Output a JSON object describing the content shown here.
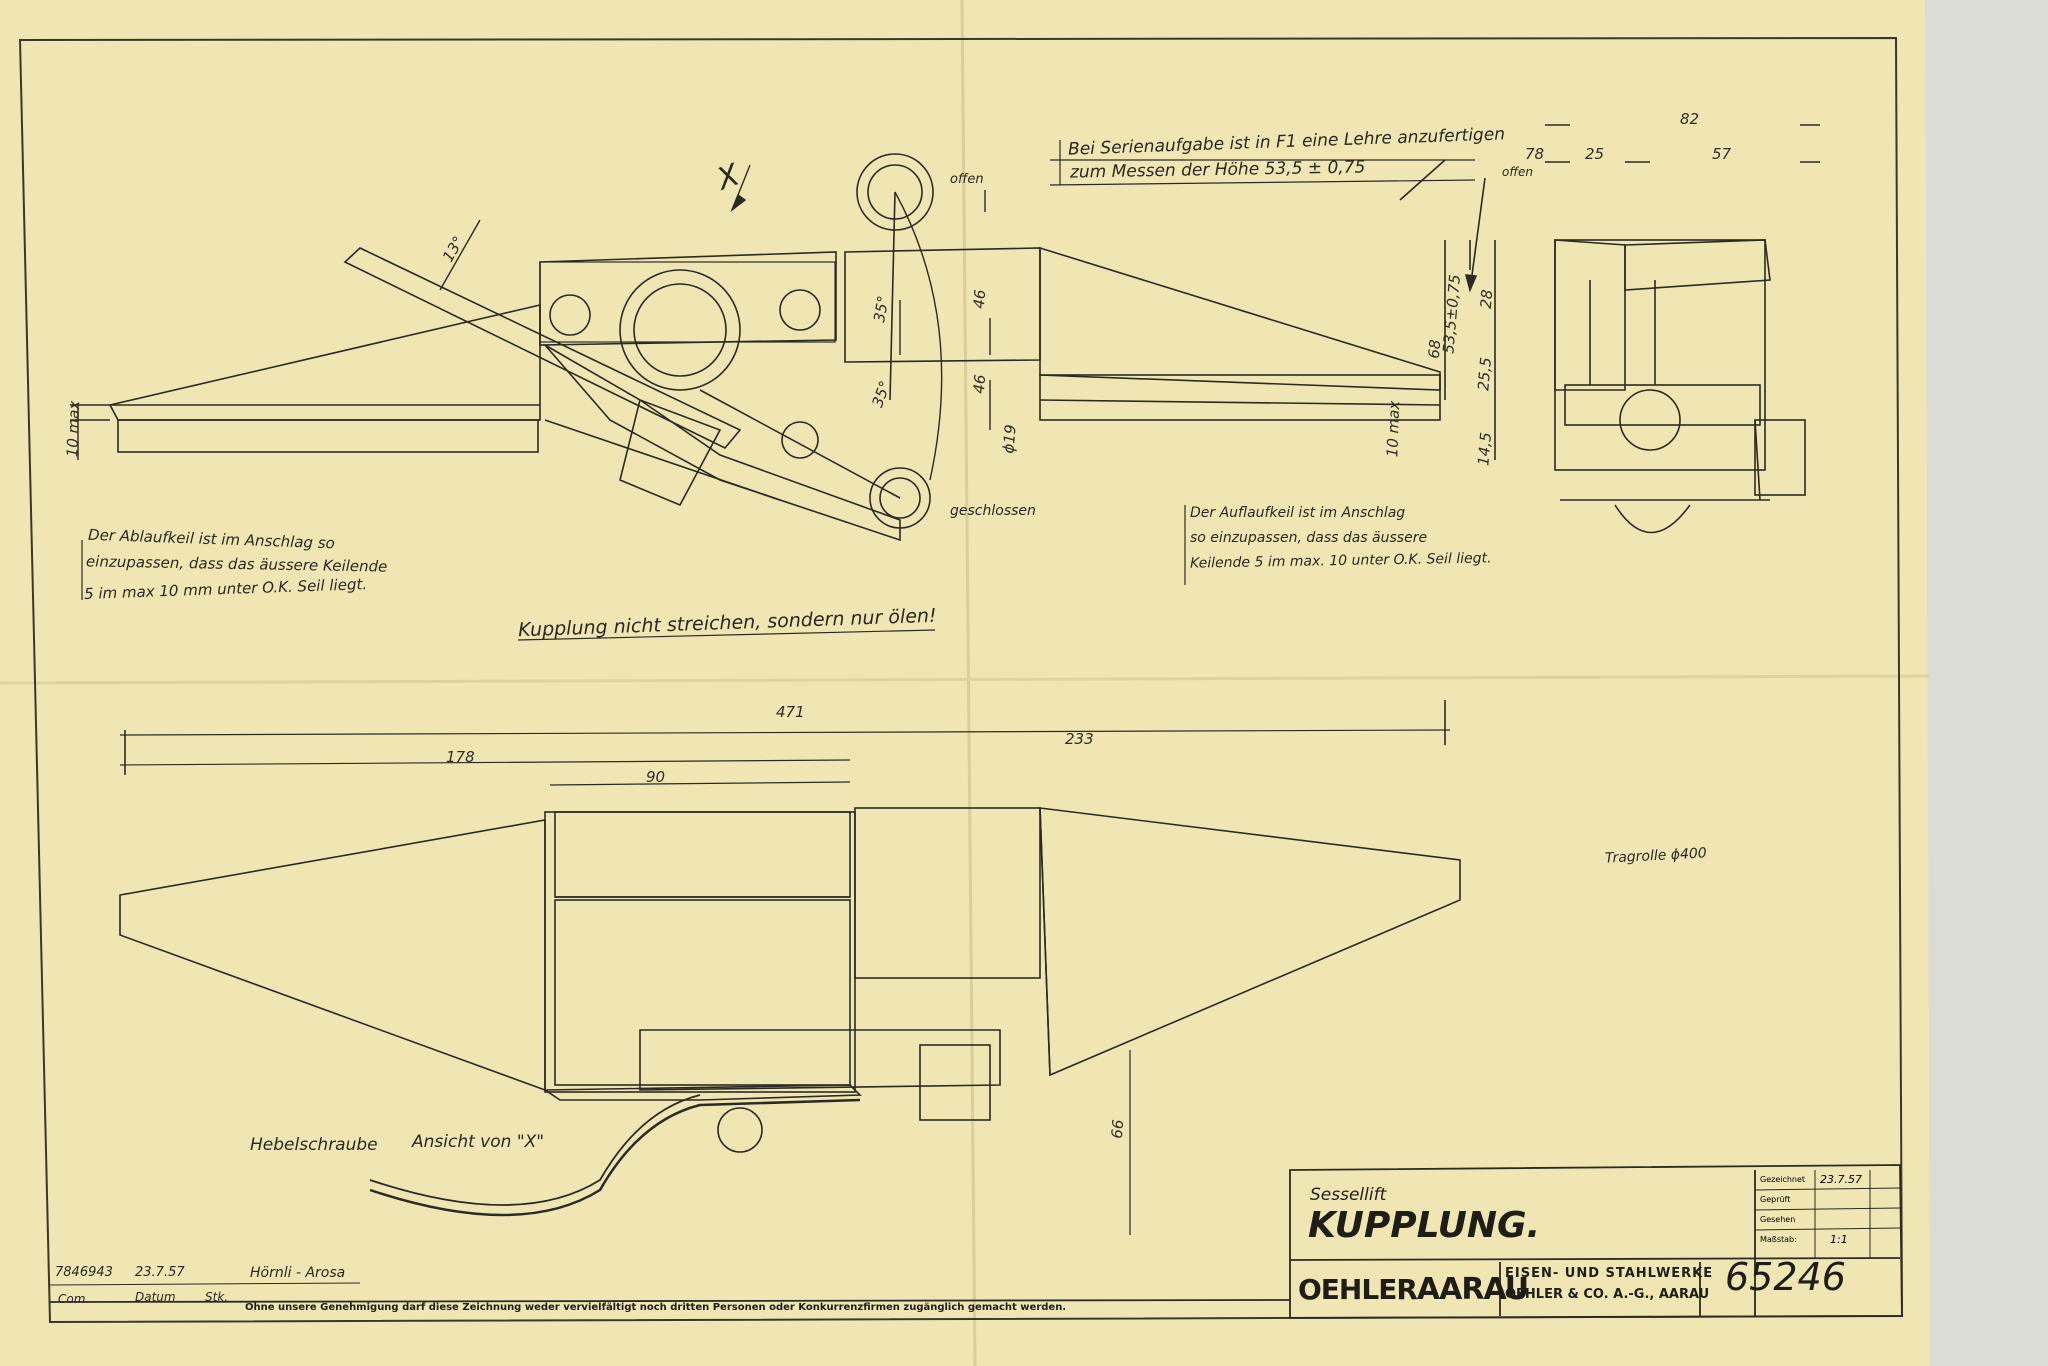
{
  "colors": {
    "paper": "#efe6b4",
    "ink": "#2b2a24",
    "faint": "#8a8466",
    "background": "#dcdcd6"
  },
  "notes": {
    "series_line1": "Bei Serienaufgabe ist in F1 eine Lehre anzufertigen",
    "series_line2": "zum Messen der Höhe  53,5 ± 0,75",
    "ablauf_line1": "Der Ablaufkeil ist im Anschlag so",
    "ablauf_line2": "einzupassen, dass das äussere Keilende",
    "ablauf_line3": "5 im max 10 mm unter O.K. Seil liegt.",
    "auflauf_line1": "Der Auflaufkeil ist im Anschlag",
    "auflauf_line2": "so einzupassen, dass das äussere",
    "auflauf_line3": "Keilende 5 im max. 10 unter O.K. Seil liegt.",
    "coupling_note": "Kupplung nicht streichen, sondern nur ölen!",
    "hebel": "Hebelschraube",
    "ansicht": "Ansicht von \"X\"",
    "view_x": "X",
    "tragrolle": "Tragrolle ϕ400",
    "offen1": "offen",
    "offen2": "offen",
    "geschlossen": "geschlossen"
  },
  "dims": {
    "d82": "82",
    "d78": "78",
    "d25": "25",
    "d57": "57",
    "d13": "13°",
    "d35a": "35°",
    "d35b": "35°",
    "d46a": "46",
    "d46b": "46",
    "d19": "ϕ19",
    "d10max_l": "10 max",
    "d10max_r": "10 max",
    "d68": "68",
    "d535": "53,5±0,75",
    "d28": "28",
    "d255": "25,5",
    "d145": "14,5",
    "d471": "471",
    "d178": "178",
    "d90": "90",
    "d233": "233",
    "d66": "66"
  },
  "title_block": {
    "subtitle": "Sessellift",
    "title": "KUPPLUNG.",
    "brand_a": "OEHLER",
    "brand_b": "AARAU",
    "company_line1": "EISEN- UND STAHLWERKE",
    "company_line2": "OEHLER & CO. A.-G., AARAU",
    "drawing_no": "65246",
    "rows": [
      {
        "label": "Gezeichnet",
        "value": "23.7.57"
      },
      {
        "label": "Geprüft",
        "value": ""
      },
      {
        "label": "Gesehen",
        "value": ""
      },
      {
        "label": "Maßstab:",
        "value": "1:1"
      }
    ]
  },
  "footer": {
    "ref_no": "7846943",
    "ref_date": "23.7.57",
    "project": "Hörnli - Arosa",
    "col_com": "Com.",
    "col_datum": "Datum",
    "col_stk": "Stk.",
    "legal": "Ohne unsere Genehmigung darf diese Zeichnung weder vervielfältigt noch dritten Personen oder Konkurrenzfirmen zugänglich gemacht werden."
  }
}
